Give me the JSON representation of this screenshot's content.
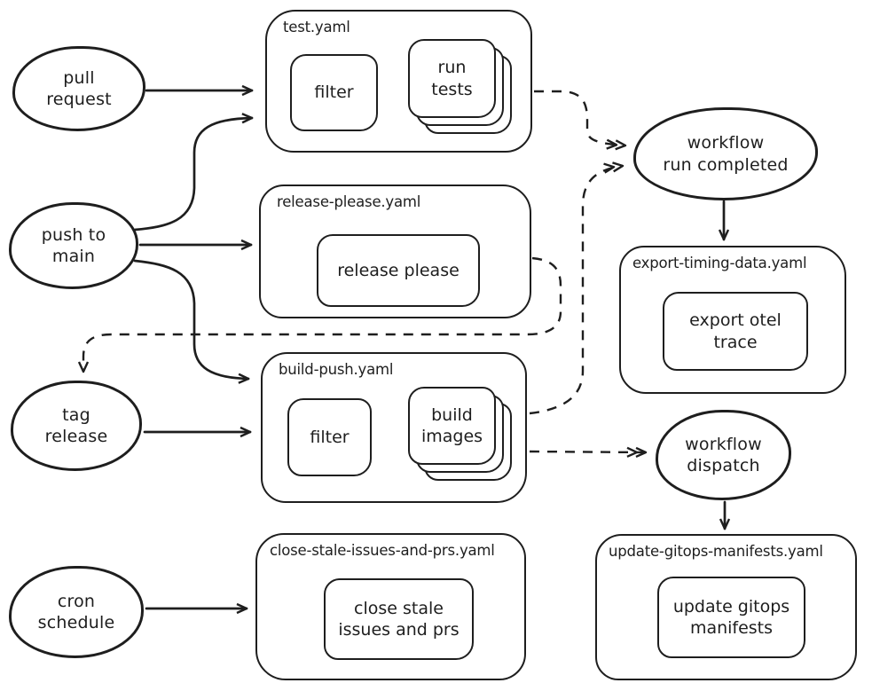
{
  "diagram": {
    "background": "#ffffff",
    "stroke_color": "#1e1e1e",
    "triggers": {
      "pull_request": "pull\nrequest",
      "push_to_main": "push to\nmain",
      "tag_release": "tag\nrelease",
      "cron_schedule": "cron\nschedule"
    },
    "events": {
      "workflow_run_completed": "workflow\nrun completed",
      "workflow_dispatch": "workflow\ndispatch"
    },
    "workflows": {
      "test": {
        "title": "test.yaml",
        "steps": {
          "filter": "filter",
          "job": "run\ntests"
        }
      },
      "release_please": {
        "title": "release-please.yaml",
        "steps": {
          "job": "release please"
        }
      },
      "build_push": {
        "title": "build-push.yaml",
        "steps": {
          "filter": "filter",
          "job": "build\nimages"
        }
      },
      "close_stale": {
        "title": "close-stale-issues-and-prs.yaml",
        "steps": {
          "job": "close stale\nissues and prs"
        }
      },
      "export_timing": {
        "title": "export-timing-data.yaml",
        "steps": {
          "job": "export otel\ntrace"
        }
      },
      "update_gitops": {
        "title": "update-gitops-manifests.yaml",
        "steps": {
          "job": "update gitops\nmanifests"
        }
      }
    },
    "edges": [
      {
        "from": "pull request",
        "to": "test.yaml",
        "style": "solid"
      },
      {
        "from": "push to main",
        "to": "test.yaml",
        "style": "solid"
      },
      {
        "from": "push to main",
        "to": "release-please.yaml",
        "style": "solid"
      },
      {
        "from": "push to main",
        "to": "build-push.yaml",
        "style": "solid"
      },
      {
        "from": "tag release",
        "to": "build-push.yaml",
        "style": "solid"
      },
      {
        "from": "cron schedule",
        "to": "close-stale-issues-and-prs.yaml",
        "style": "solid"
      },
      {
        "from": "test.yaml",
        "to": "workflow run completed",
        "style": "dashed"
      },
      {
        "from": "build-push.yaml",
        "to": "workflow run completed",
        "style": "dashed"
      },
      {
        "from": "release-please.yaml",
        "to": "tag release",
        "style": "dashed"
      },
      {
        "from": "build-push.yaml",
        "to": "workflow dispatch",
        "style": "dashed"
      },
      {
        "from": "workflow run completed",
        "to": "export-timing-data.yaml",
        "style": "solid"
      },
      {
        "from": "workflow dispatch",
        "to": "update-gitops-manifests.yaml",
        "style": "solid"
      }
    ]
  }
}
